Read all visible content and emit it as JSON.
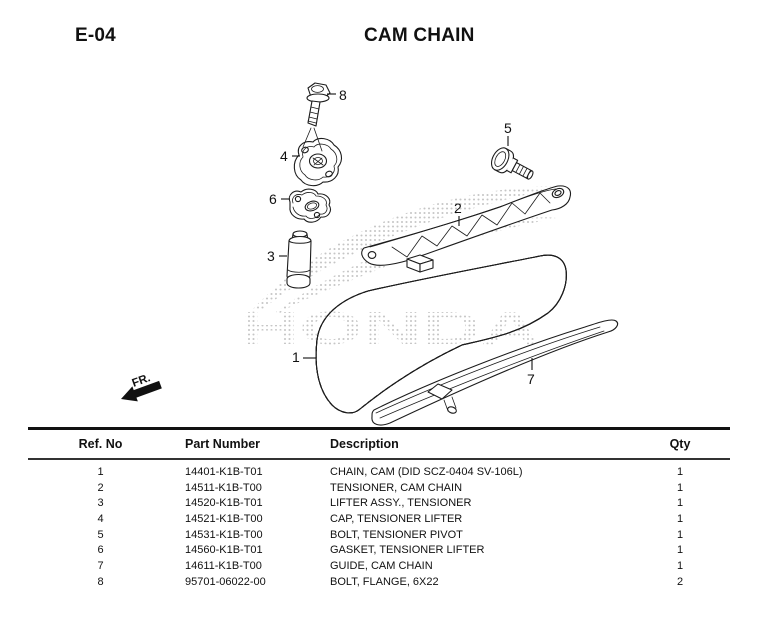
{
  "header": {
    "page_code": "E-04",
    "title": "CAM CHAIN"
  },
  "diagram": {
    "fr_label": "FR.",
    "watermark": "HONDA",
    "callouts": [
      "1",
      "2",
      "3",
      "4",
      "5",
      "6",
      "7",
      "8"
    ]
  },
  "table": {
    "columns": [
      "Ref. No",
      "Part Number",
      "Description",
      "Qty"
    ],
    "rows": [
      {
        "ref": "1",
        "part_number": "14401-K1B-T01",
        "description": "CHAIN, CAM (DID SCZ-0404 SV-106L)",
        "qty": "1"
      },
      {
        "ref": "2",
        "part_number": "14511-K1B-T00",
        "description": "TENSIONER, CAM CHAIN",
        "qty": "1"
      },
      {
        "ref": "3",
        "part_number": "14520-K1B-T01",
        "description": "LIFTER ASSY., TENSIONER",
        "qty": "1"
      },
      {
        "ref": "4",
        "part_number": "14521-K1B-T00",
        "description": "CAP, TENSIONER LIFTER",
        "qty": "1"
      },
      {
        "ref": "5",
        "part_number": "14531-K1B-T00",
        "description": "BOLT, TENSIONER PIVOT",
        "qty": "1"
      },
      {
        "ref": "6",
        "part_number": "14560-K1B-T01",
        "description": "GASKET, TENSIONER LIFTER",
        "qty": "1"
      },
      {
        "ref": "7",
        "part_number": "14611-K1B-T00",
        "description": "GUIDE, CAM CHAIN",
        "qty": "1"
      },
      {
        "ref": "8",
        "part_number": "95701-06022-00",
        "description": "BOLT, FLANGE, 6X22",
        "qty": "2"
      }
    ]
  },
  "colors": {
    "background": "#ffffff",
    "line": "#1c1c1c",
    "watermark": "#c6c6c6"
  }
}
